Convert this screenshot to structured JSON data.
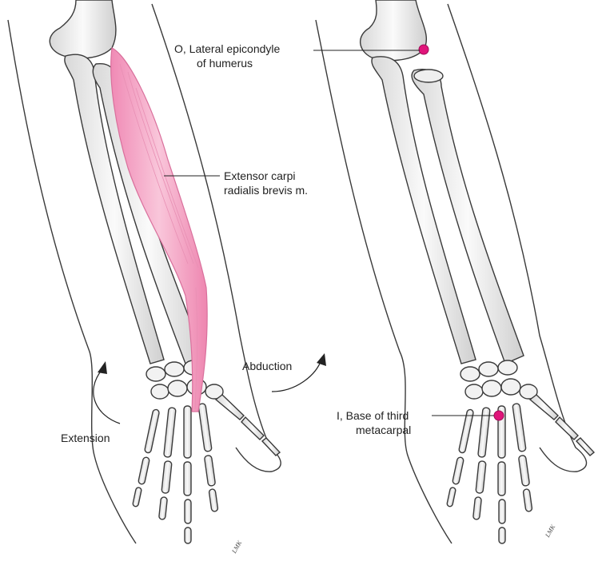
{
  "labels": {
    "origin_line1": "O, Lateral epicondyle",
    "origin_line2": "of humerus",
    "muscle_line1": "Extensor carpi",
    "muscle_line2": "radialis brevis m.",
    "abduction": "Abduction",
    "extension": "Extension",
    "insertion_line1": "I, Base of third",
    "insertion_line2": "metacarpal"
  },
  "signature": "LMK",
  "colors": {
    "muscle": "#f4a9c6",
    "muscle_stroke": "#d9709c",
    "attachment": "#e0157a",
    "bone": "#f3f3f3",
    "outline": "#3a3a3a"
  }
}
